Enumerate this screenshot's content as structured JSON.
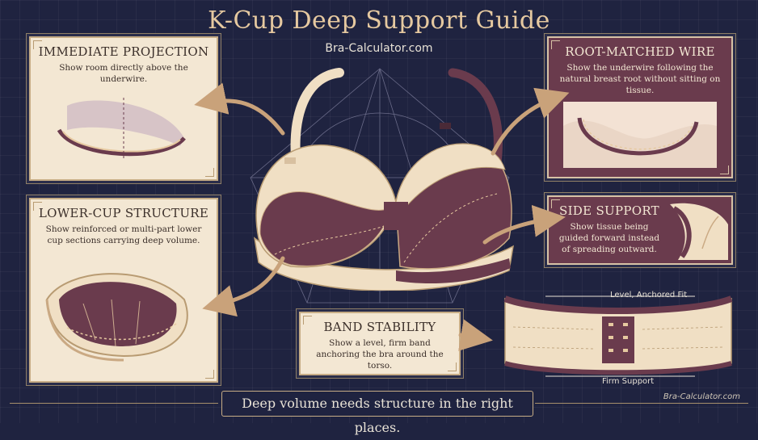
{
  "header": {
    "title": "K-Cup Deep Support Guide",
    "subtitle": "Bra-Calculator.com"
  },
  "panels": {
    "immediate_projection": {
      "title": "IMMEDIATE PROJECTION",
      "description": "Show room directly above the underwire."
    },
    "lower_cup_structure": {
      "title": "LOWER-CUP STRUCTURE",
      "description": "Show reinforced or multi-part lower cup sections carrying deep volume."
    },
    "root_matched_wire": {
      "title": "ROOT-MATCHED WIRE",
      "description": "Show the underwire following the natural breast root without sitting on tissue."
    },
    "side_support": {
      "title": "SIDE SUPPORT",
      "description": "Show tissue being guided forward instead of spreading outward."
    },
    "band_stability": {
      "title": "BAND STABILITY",
      "description": "Show a level, firm band anchoring the bra around the torso."
    }
  },
  "band_callouts": {
    "top": "Level, Anchored Fit",
    "bottom": "Firm Support"
  },
  "footer": {
    "tagline": "Deep volume needs structure in the right places.",
    "brand": "Bra-Calculator.com"
  },
  "colors": {
    "background": "#1f2340",
    "cream": "#f3e7d3",
    "plum": "#6a3b4d",
    "gold": "#e6c9a0"
  }
}
